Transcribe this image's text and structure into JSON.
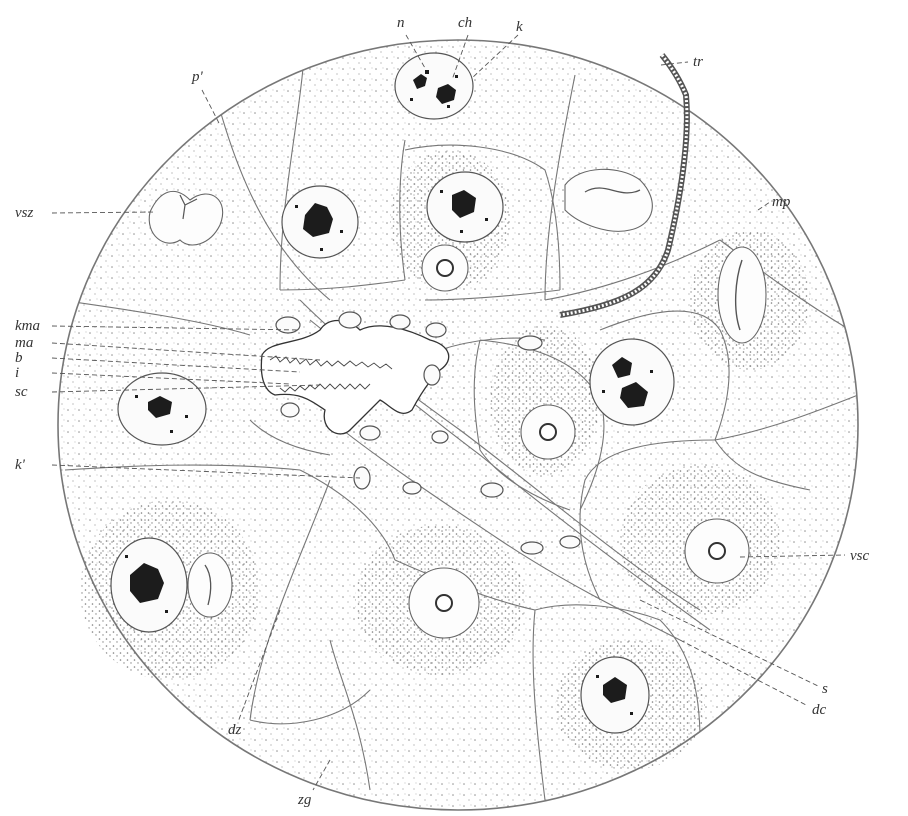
{
  "figure": {
    "labels": {
      "n": "n",
      "ch": "ch",
      "k": "k",
      "tr": "tr",
      "p_prime": "p'",
      "mp": "mp",
      "vsz": "vsz",
      "kma": "kma",
      "ma": "ma",
      "b": "b",
      "i": "i",
      "sc": "sc",
      "k_prime": "k'",
      "vsc": "vsc",
      "s": "s",
      "dc": "dc",
      "dz": "dz",
      "zg": "zg"
    },
    "colors": {
      "ink": "#1c1c1c",
      "outline": "#777777",
      "stipple": "#8a8a8a",
      "background": "#ffffff"
    }
  }
}
